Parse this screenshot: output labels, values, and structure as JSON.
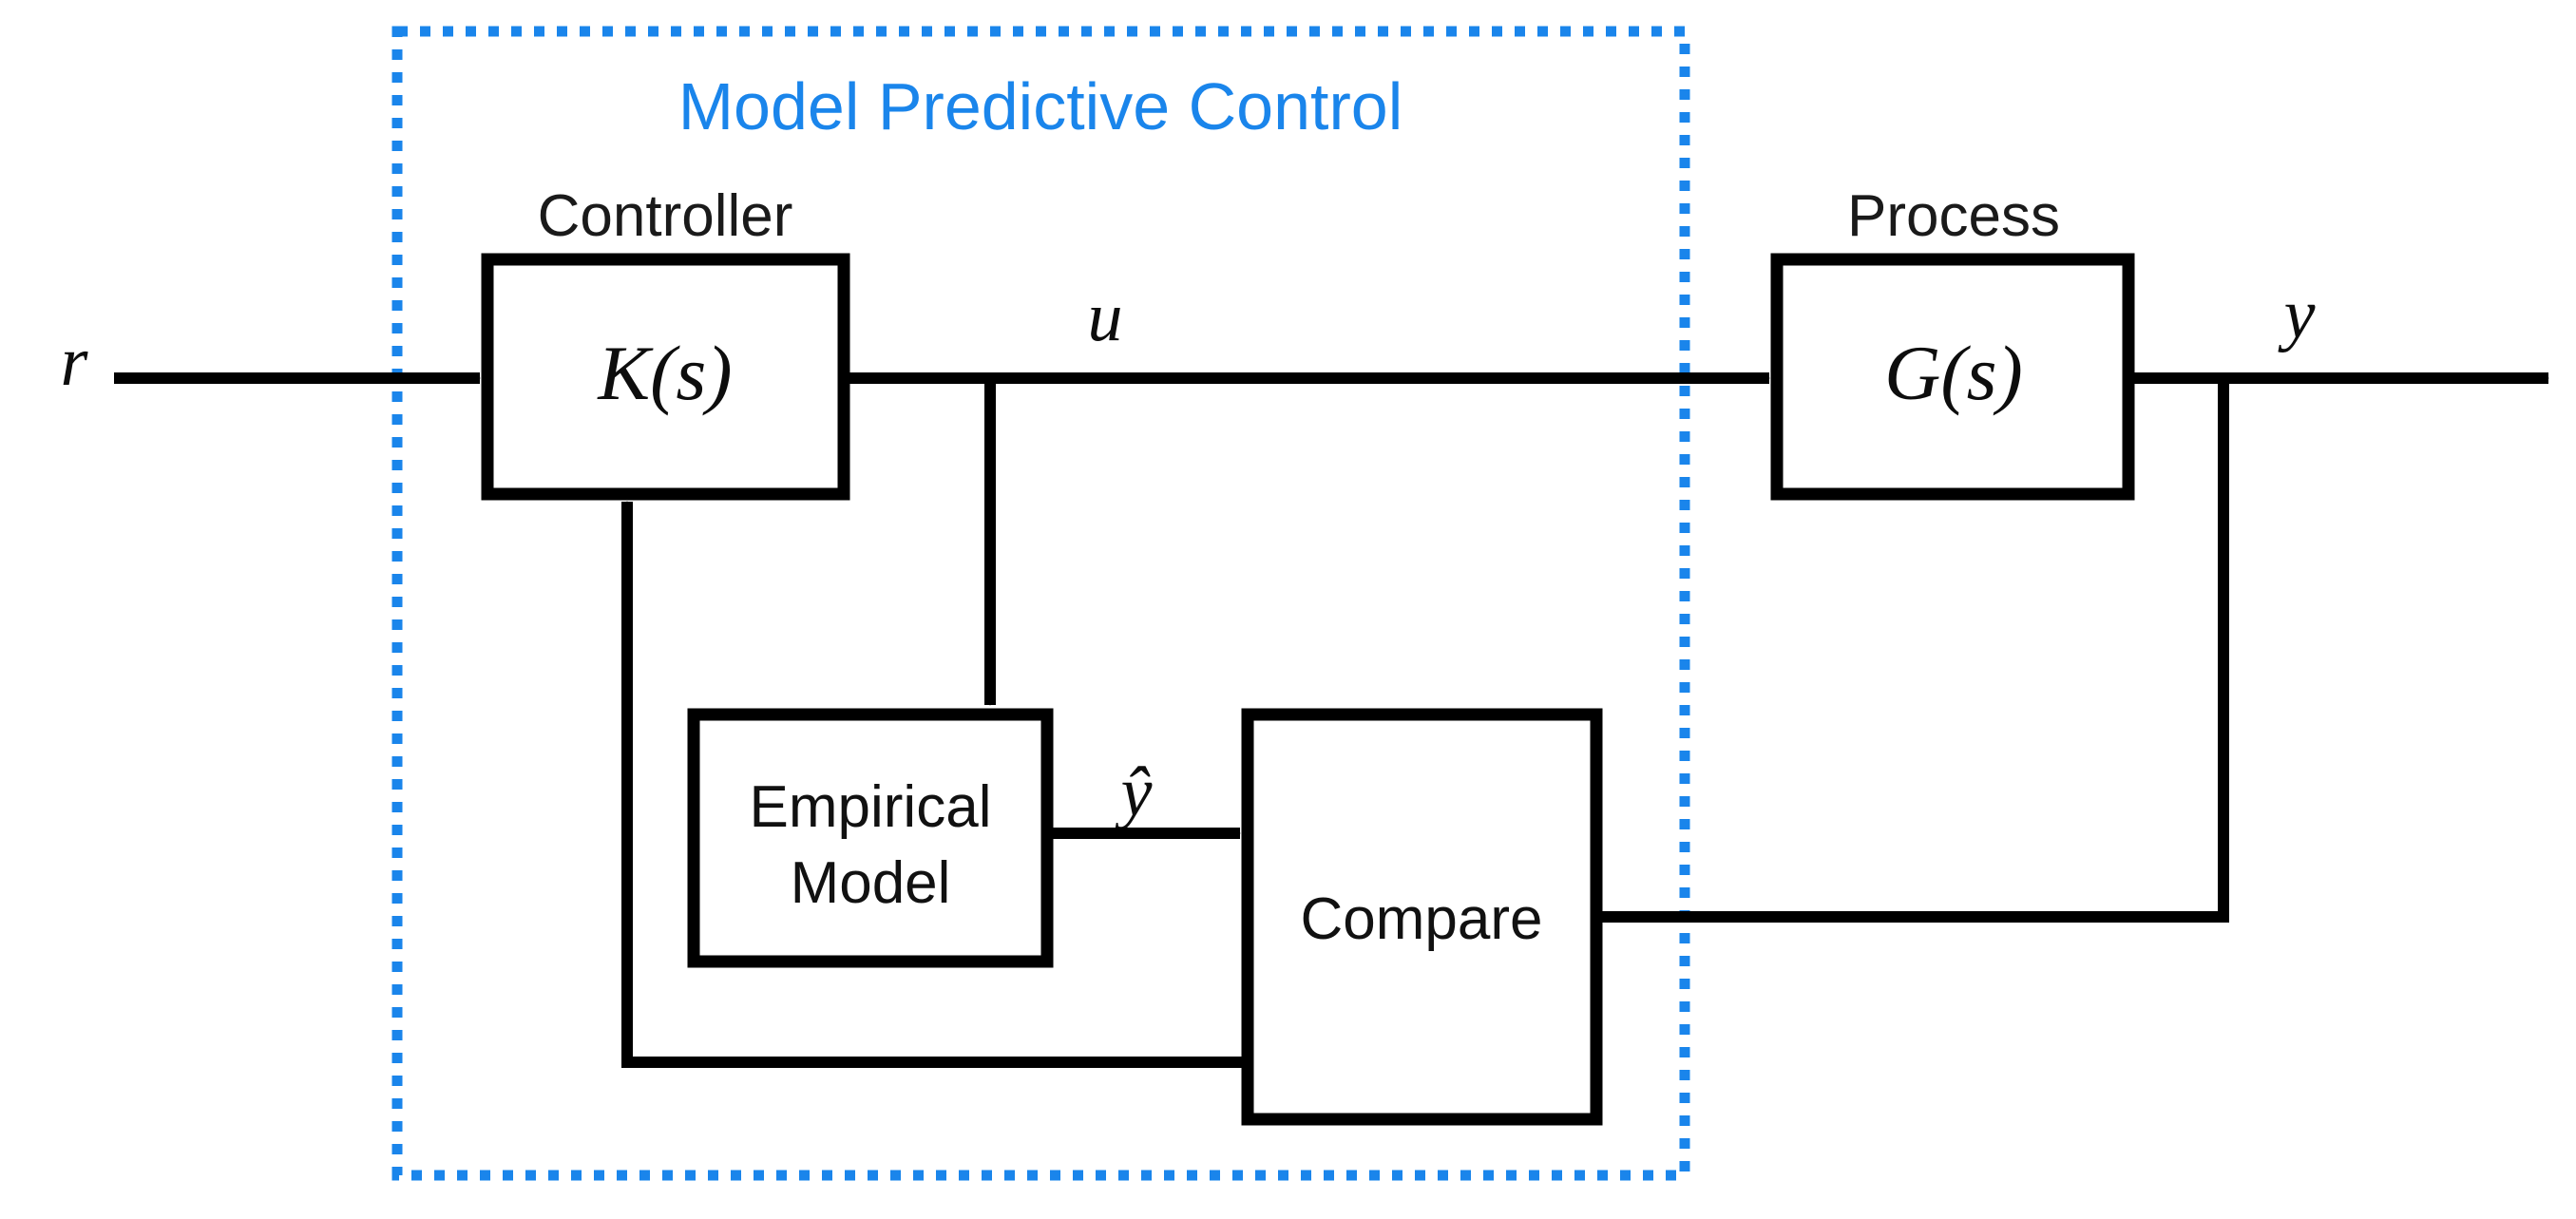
{
  "diagram": {
    "kind": "control-block-diagram",
    "background": "#ffffff",
    "line_color": "#000000",
    "accent_color": "#1a85eb",
    "boundary": {
      "label": "Model Predictive Control",
      "style": "dotted",
      "color": "#1a85eb"
    },
    "blocks": [
      {
        "id": "controller",
        "caption": "Controller",
        "body": "K(s)"
      },
      {
        "id": "process",
        "caption": "Process",
        "body": "G(s)"
      },
      {
        "id": "empirical-model",
        "caption": "",
        "body_line1": "Empirical",
        "body_line2": "Model"
      },
      {
        "id": "compare",
        "caption": "",
        "body": "Compare"
      }
    ],
    "signals": [
      {
        "id": "reference",
        "label": "r",
        "from": "input",
        "to": "controller"
      },
      {
        "id": "control-effort",
        "label": "u",
        "from": "controller",
        "to": "process"
      },
      {
        "id": "model-prediction",
        "label": "ŷ",
        "from": "empirical-model",
        "to": "compare"
      },
      {
        "id": "output",
        "label": "y",
        "from": "process",
        "to": "output"
      },
      {
        "id": "measurement-feedback",
        "label": "",
        "from": "process",
        "to": "compare"
      },
      {
        "id": "error-feedback",
        "label": "",
        "from": "compare",
        "to": "controller"
      },
      {
        "id": "control-to-model",
        "label": "",
        "from": "controller",
        "to": "empirical-model"
      }
    ]
  }
}
